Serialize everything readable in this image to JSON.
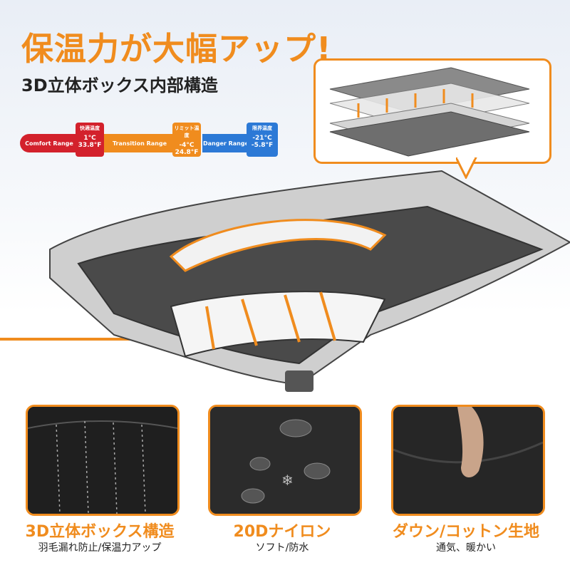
{
  "headline": "保温力が大幅アップ!",
  "subheading": "3D立体ボックス内部構造",
  "temperature_scale": {
    "comfort": {
      "label": "Comfort Range",
      "title": "快適温度",
      "celsius": "1°C",
      "fahrenheit": "33.8°F"
    },
    "transition": {
      "label": "Transition Range",
      "title": "リミット温度",
      "celsius": "-4°C",
      "fahrenheit": "24.8°F"
    },
    "danger": {
      "label": "Danger Range",
      "title": "限界温度",
      "celsius": "-21°C",
      "fahrenheit": "-5.8°F"
    },
    "colors": {
      "comfort": "#d3212c",
      "transition": "#f08c1e",
      "danger": "#2c79d6"
    }
  },
  "features": [
    {
      "title": "3D立体ボックス構造",
      "subtitle": "羽毛漏れ防止/保温力アップ",
      "image": "quilted-black-bag-icon"
    },
    {
      "title": "20Dナイロン",
      "subtitle": "ソフト/防水",
      "image": "water-droplets-fabric-icon"
    },
    {
      "title": "ダウン/コットン生地",
      "subtitle": "通気、暖かい",
      "image": "hand-pressing-fabric-icon"
    }
  ],
  "accent_color": "#f08c1e"
}
